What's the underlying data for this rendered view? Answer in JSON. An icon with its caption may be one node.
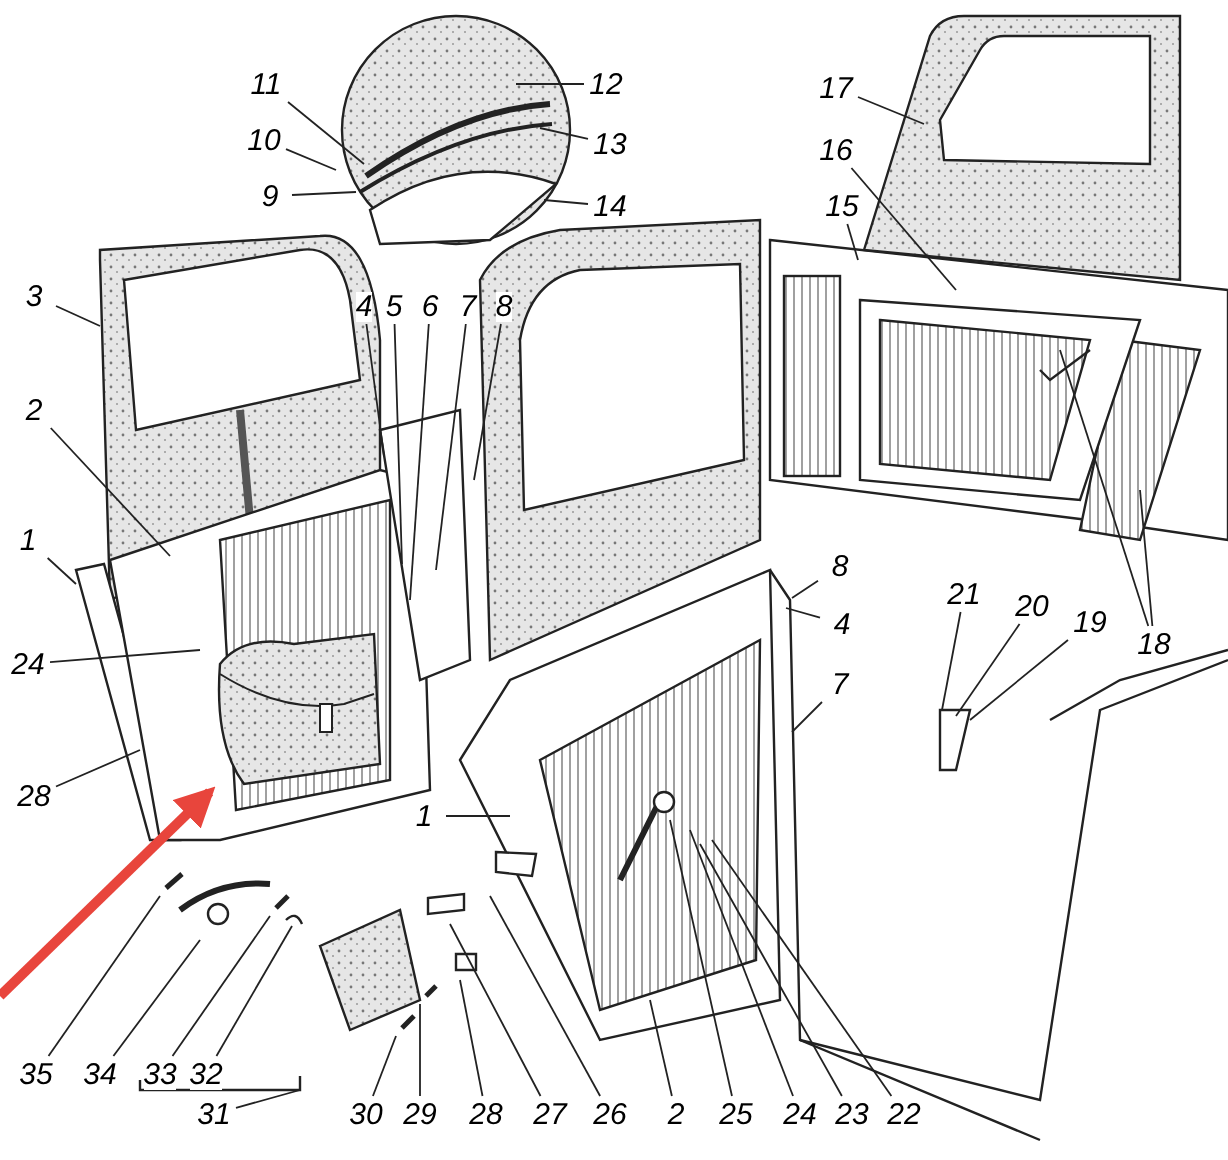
{
  "diagram": {
    "nodes": [
      {
        "text": [
          "11"
        ]
      },
      {
        "text": [
          "12"
        ]
      },
      {
        "text": [
          "10"
        ]
      },
      {
        "text": [
          "13"
        ]
      },
      {
        "text": [
          "9"
        ]
      },
      {
        "text": [
          "14"
        ]
      },
      {
        "text": [
          "17"
        ]
      },
      {
        "text": [
          "16"
        ]
      },
      {
        "text": [
          "15"
        ]
      },
      {
        "text": [
          "3"
        ]
      },
      {
        "text": [
          "4"
        ]
      },
      {
        "text": [
          "5"
        ]
      },
      {
        "text": [
          "6"
        ]
      },
      {
        "text": [
          "7"
        ]
      },
      {
        "text": [
          "8"
        ]
      },
      {
        "text": [
          "2"
        ]
      },
      {
        "text": [
          "1"
        ]
      },
      {
        "text": [
          "8"
        ]
      },
      {
        "text": [
          "4"
        ]
      },
      {
        "text": [
          "24"
        ]
      },
      {
        "text": [
          "21"
        ]
      },
      {
        "text": [
          "20"
        ]
      },
      {
        "text": [
          "19"
        ]
      },
      {
        "text": [
          "18"
        ]
      },
      {
        "text": [
          "7"
        ]
      },
      {
        "text": [
          "28"
        ]
      },
      {
        "text": [
          "1"
        ]
      },
      {
        "text": [],
        "shape": "picture"
      },
      {
        "text": [
          "35"
        ]
      },
      {
        "text": [
          "34"
        ]
      },
      {
        "text": [
          "33"
        ]
      },
      {
        "text": [
          "32"
        ]
      },
      {
        "text": [
          "30"
        ]
      },
      {
        "text": [
          "29"
        ]
      },
      {
        "text": [
          "28"
        ]
      },
      {
        "text": [
          "27"
        ]
      },
      {
        "text": [
          "26"
        ]
      },
      {
        "text": [
          "2"
        ]
      },
      {
        "text": [
          "25"
        ]
      },
      {
        "text": [
          "24"
        ]
      },
      {
        "text": [
          "23"
        ]
      },
      {
        "text": [
          "22"
        ]
      },
      {
        "text": [
          "31"
        ]
      }
    ],
    "edges": [
      {
        "from": 0,
        "to": null,
        "arrow": "none"
      },
      {
        "from": 1,
        "to": null,
        "arrow": "none"
      },
      {
        "from": 2,
        "to": null,
        "arrow": "none"
      },
      {
        "from": 3,
        "to": null,
        "arrow": "none"
      },
      {
        "from": 4,
        "to": null,
        "arrow": "none"
      },
      {
        "from": 5,
        "to": null,
        "arrow": "none"
      },
      {
        "from": 6,
        "to": null,
        "arrow": "none"
      },
      {
        "from": 7,
        "to": null,
        "arrow": "none"
      },
      {
        "from": 8,
        "to": null,
        "arrow": "none"
      },
      {
        "from": 9,
        "to": null,
        "arrow": "none"
      },
      {
        "from": 10,
        "to": null,
        "arrow": "none"
      },
      {
        "from": 11,
        "to": null,
        "arrow": "none"
      },
      {
        "from": 12,
        "to": null,
        "arrow": "none"
      },
      {
        "from": 13,
        "to": null,
        "arrow": "none"
      },
      {
        "from": 14,
        "to": null,
        "arrow": "none"
      },
      {
        "from": 15,
        "to": null,
        "arrow": "none"
      },
      {
        "from": 16,
        "to": null,
        "arrow": "none"
      },
      {
        "from": 17,
        "to": null,
        "arrow": "none"
      },
      {
        "from": 18,
        "to": null,
        "arrow": "none"
      },
      {
        "from": 19,
        "to": null,
        "arrow": "none"
      },
      {
        "from": 20,
        "to": null,
        "arrow": "none"
      },
      {
        "from": 21,
        "to": null,
        "arrow": "none"
      },
      {
        "from": 22,
        "to": null,
        "arrow": "none"
      },
      {
        "from": 23,
        "to": null,
        "arrow": "none"
      },
      {
        "from": 23,
        "to": null,
        "arrow": "none"
      },
      {
        "from": 24,
        "to": null,
        "arrow": "none"
      },
      {
        "from": 25,
        "to": null,
        "arrow": "none"
      },
      {
        "from": 26,
        "to": null,
        "arrow": "none"
      },
      {
        "from": null,
        "to": 27,
        "arrow": "to",
        "style": "thick",
        "color": "#e8453c"
      },
      {
        "from": 28,
        "to": null,
        "arrow": "none"
      },
      {
        "from": 29,
        "to": null,
        "arrow": "none"
      },
      {
        "from": 30,
        "to": null,
        "arrow": "none"
      },
      {
        "from": 31,
        "to": null,
        "arrow": "none"
      },
      {
        "from": 32,
        "to": null,
        "arrow": "none"
      },
      {
        "from": 33,
        "to": null,
        "arrow": "none"
      },
      {
        "from": 34,
        "to": null,
        "arrow": "none"
      },
      {
        "from": 35,
        "to": null,
        "arrow": "none"
      },
      {
        "from": 36,
        "to": null,
        "arrow": "none"
      },
      {
        "from": 37,
        "to": null,
        "arrow": "none"
      },
      {
        "from": 38,
        "to": null,
        "arrow": "none"
      },
      {
        "from": 39,
        "to": null,
        "arrow": "none"
      },
      {
        "from": 40,
        "to": null,
        "arrow": "none"
      },
      {
        "from": 41,
        "to": null,
        "arrow": "none"
      },
      {
        "from": 42,
        "to": null,
        "arrow": "none"
      }
    ]
  }
}
